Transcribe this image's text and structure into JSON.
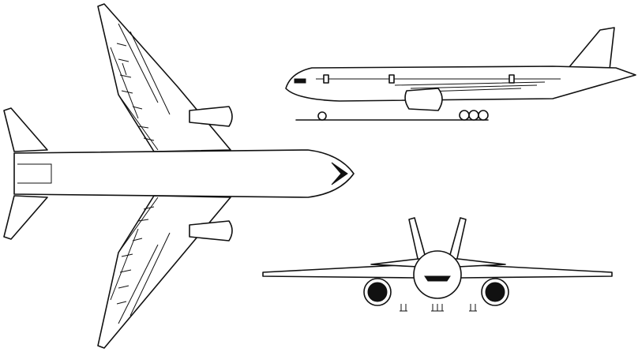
{
  "drawing": {
    "views": [
      "plan-view",
      "side-view",
      "front-view"
    ],
    "colors": {
      "line": "#111111",
      "background": "#ffffff"
    }
  }
}
